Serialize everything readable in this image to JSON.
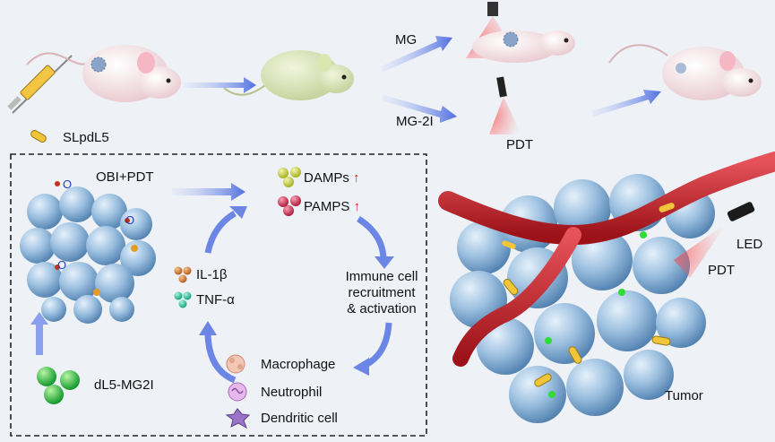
{
  "top_row": {
    "agent_label": "SLpdL5",
    "branch_upper_label": "MG",
    "branch_lower_label": "MG-2I",
    "pdt_label": "PDT"
  },
  "mechanism_panel": {
    "treatment_label": "OBI+PDT",
    "damps_label": "DAMPs",
    "pamps_label": "PAMPS",
    "up_arrow": "↑",
    "immune_label_line1": "Immune cell",
    "immune_label_line2": "recruitment",
    "immune_label_line3": "& activation",
    "cytokine_1": "IL-1β",
    "cytokine_2": "TNF-α",
    "cell_1": "Macrophage",
    "cell_2": "Neutrophil",
    "cell_3": "Dendritic cell",
    "bacteria_label": "dL5-MG2I",
    "radical_symbol": "O"
  },
  "tumor_panel": {
    "led_label": "LED",
    "pdt_label": "PDT",
    "tumor_label": "Tumor"
  },
  "colors": {
    "arrow_blue": "#5a78e0",
    "tumor_cell": "#8fb4d6",
    "vessel_red": "#c0232a",
    "bacteria_yellow": "#e8c23a",
    "green_sphere": "#2fbf4a"
  }
}
